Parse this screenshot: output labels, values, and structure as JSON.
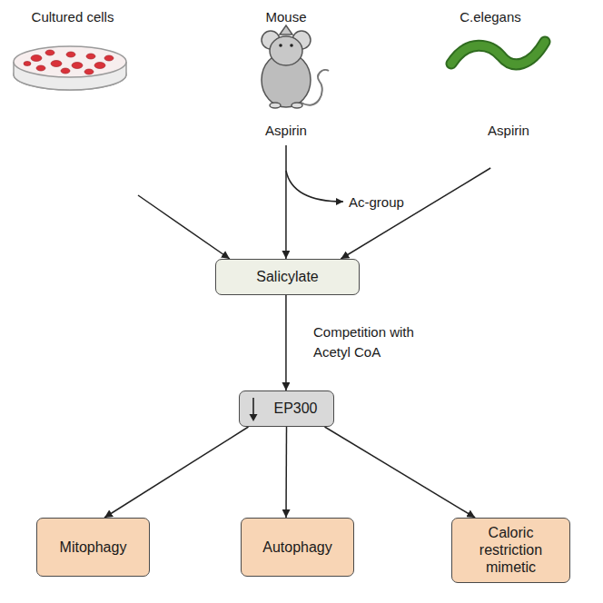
{
  "diagram": {
    "nodes": [
      {
        "text": [
          "Cultured cells"
        ]
      },
      {
        "text": [
          "Mouse",
          "Aspirin"
        ]
      },
      {
        "text": [
          "C.elegans",
          "Aspirin"
        ]
      },
      {
        "text": [
          "Salicylate"
        ]
      },
      {
        "text": [
          "EP300"
        ]
      },
      {
        "text": [
          "Mitophagy"
        ]
      },
      {
        "text": [
          "Autophagy"
        ]
      },
      {
        "text": [
          "Caloric restriction mimetic"
        ]
      }
    ],
    "edges": [
      {
        "from": 0,
        "to": 3,
        "arrow": "to"
      },
      {
        "from": 1,
        "to": 3,
        "arrow": "to"
      },
      {
        "from": 2,
        "to": 3,
        "arrow": "to"
      },
      {
        "from": 3,
        "to": 4,
        "label": "Competition with Acetyl CoA",
        "arrow": "to"
      },
      {
        "from": 4,
        "to": 5,
        "arrow": "to"
      },
      {
        "from": 4,
        "to": 6,
        "arrow": "to"
      },
      {
        "from": 4,
        "to": 7,
        "arrow": "to"
      }
    ],
    "labels": [
      "Ac-group"
    ]
  }
}
